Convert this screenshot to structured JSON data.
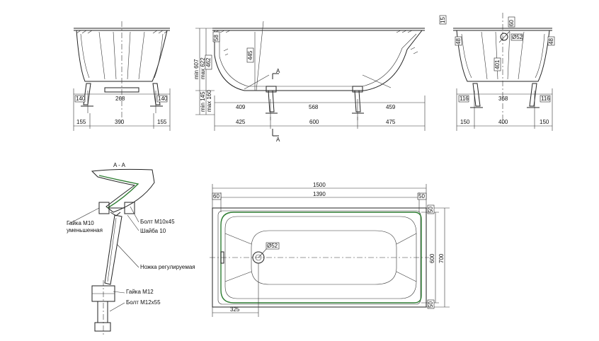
{
  "section_title": "A - A",
  "section_marker": "A",
  "front_view": {
    "height_min": "min 607",
    "height_max": "max 622",
    "rim_top": "58",
    "inner_depth": "445",
    "depth_462": "462",
    "leg_min": "min 145",
    "leg_max": "max 160",
    "spacing_1": "409",
    "spacing_2": "568",
    "spacing_3": "459",
    "bottom_1": "425",
    "bottom_2": "600",
    "bottom_3": "475"
  },
  "left_view": {
    "upper_1": "140",
    "upper_2": "268",
    "upper_3": "140",
    "lower_1": "155",
    "lower_2": "390",
    "lower_3": "155"
  },
  "right_view": {
    "top_small": "15",
    "top_60": "60",
    "drain": "Ø52",
    "rim_48_left": "48",
    "rim_48_right": "48",
    "depth_401": "401",
    "upper_1": "116",
    "upper_2": "368",
    "upper_3": "116",
    "lower_1": "150",
    "lower_2": "400",
    "lower_3": "150"
  },
  "plan_view": {
    "overall_length": "1500",
    "inner_length": "1390",
    "left_offset": "60",
    "right_offset": "50",
    "right_50": "50",
    "right_50b": "50",
    "inner_width": "600",
    "overall_width": "700",
    "drain": "Ø52",
    "drain_offset": "325"
  },
  "callouts": {
    "nut_m10": "Гайка М10",
    "nut_m10_sub": "уменьшенная",
    "bolt_m10": "Болт М10х45",
    "washer": "Шайба 10",
    "adjustable_leg": "Ножка регулируемая",
    "nut_m12": "Гайка М12",
    "bolt_m12": "Болт М12х55"
  }
}
